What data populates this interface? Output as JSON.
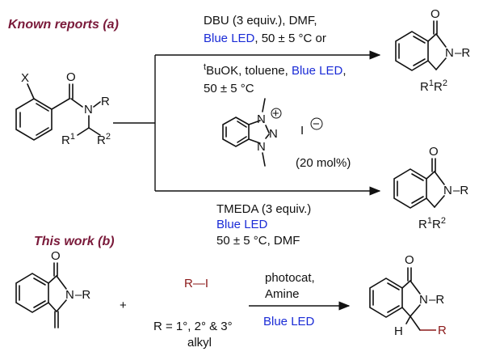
{
  "headings": {
    "known": "Known reports (a)",
    "this_work": "This work (b)"
  },
  "atoms": {
    "x": "X",
    "o": "O",
    "n": "N",
    "dash_r": "–R",
    "r": "R",
    "r1": "R",
    "r1_sup": "1",
    "r2": "R",
    "r2_sup": "2",
    "h": "H",
    "n_plus": "N",
    "plus_sign": "+",
    "iodide": "I",
    "minus_sign": "−",
    "ri": "R—I",
    "plus": "+"
  },
  "conditions_top": {
    "line1": "DBU (3 equiv.), DMF,",
    "line2_blue": "Blue LED",
    "line2_rest": ", 50 ± 5 °C or",
    "line3_sup": "t",
    "line3_a": "BuOK, toluene, ",
    "line3_blue": "Blue LED",
    "line3_end": ",",
    "line4": "50 ± 5 °C"
  },
  "catalyst_loading": "(20 mol%)",
  "conditions_bottom": {
    "line1": "TMEDA (3 equiv.)",
    "line2_blue": "Blue LED",
    "line3": "50 ± 5 °C, DMF"
  },
  "reaction_b": {
    "above1": "photocat,",
    "above2": "Amine",
    "below_blue": "Blue LED",
    "r_scope1": "R = 1°, 2° & 3°",
    "r_scope2": "alkyl"
  },
  "colors": {
    "heading": "#7a1a3a",
    "blue_led": "#1a2bd6",
    "r_group": "#8b1a1a"
  }
}
